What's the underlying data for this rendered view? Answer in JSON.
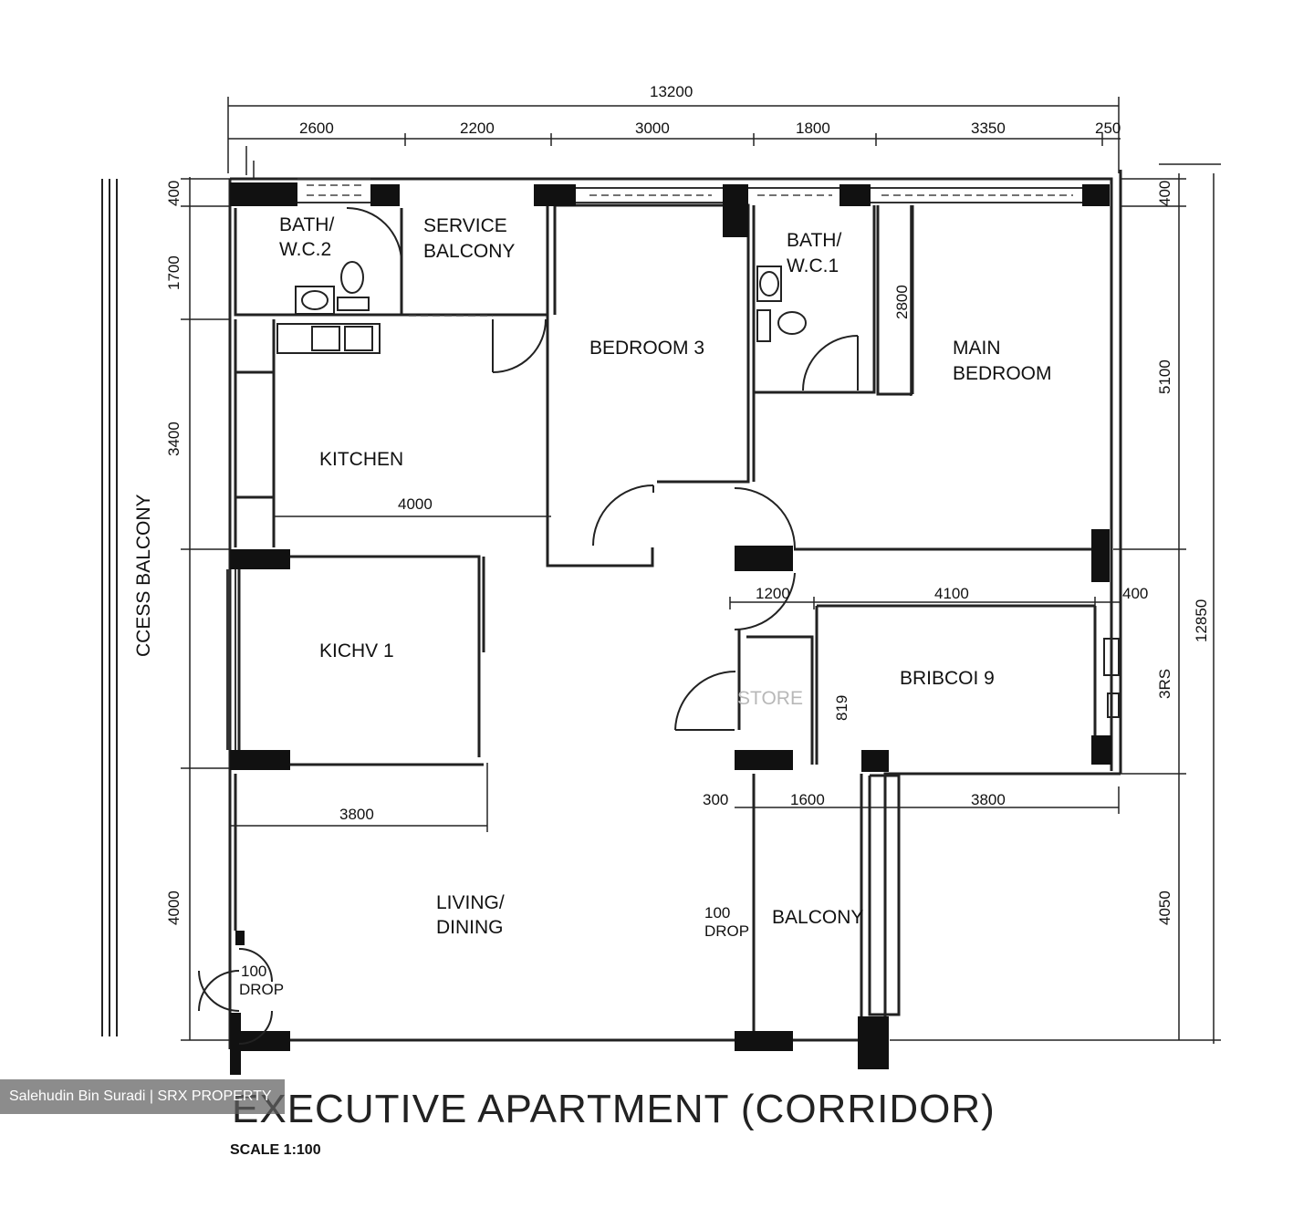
{
  "title": "EXECUTIVE APARTMENT (CORRIDOR)",
  "scale": "SCALE 1:100",
  "watermark": "Salehudin Bin Suradi | SRX PROPERTY",
  "side_label": "CCESS BALCONY",
  "rooms": {
    "bath2_a": "BATH/",
    "bath2_b": "W.C.2",
    "service_a": "SERVICE",
    "service_b": "BALCONY",
    "bedroom3": "BEDROOM 3",
    "bath1_a": "BATH/",
    "bath1_b": "W.C.1",
    "main_a": "MAIN",
    "main_b": "BEDROOM",
    "kitchen": "KITCHEN",
    "bedroom1": "KICHV 1",
    "store": "STORE",
    "bedroom2": "BRIBCOI 9",
    "living_a": "LIVING/",
    "living_b": "DINING",
    "balcony": "BALCONY",
    "drop1_a": "100",
    "drop1_b": "DROP",
    "drop2_a": "100",
    "drop2_b": "DROP"
  },
  "dimensions": {
    "overall_width": "13200",
    "top": [
      "2600",
      "2200",
      "3000",
      "1800",
      "3350",
      "250"
    ],
    "left": [
      "400",
      "1700",
      "3400",
      "4000"
    ],
    "right": [
      "400",
      "5100",
      "4050"
    ],
    "overall_height": "12850",
    "main_bedroom_depth": "2800",
    "kitchen_width": "4000",
    "door_1200": "1200",
    "bedroom2_width": "4100",
    "wall_400": "400",
    "bedroom1_width": "3800",
    "balcony_row": [
      "300",
      "1600",
      "3800"
    ],
    "faint_mid_right": "3RS",
    "faint_store": "819"
  }
}
